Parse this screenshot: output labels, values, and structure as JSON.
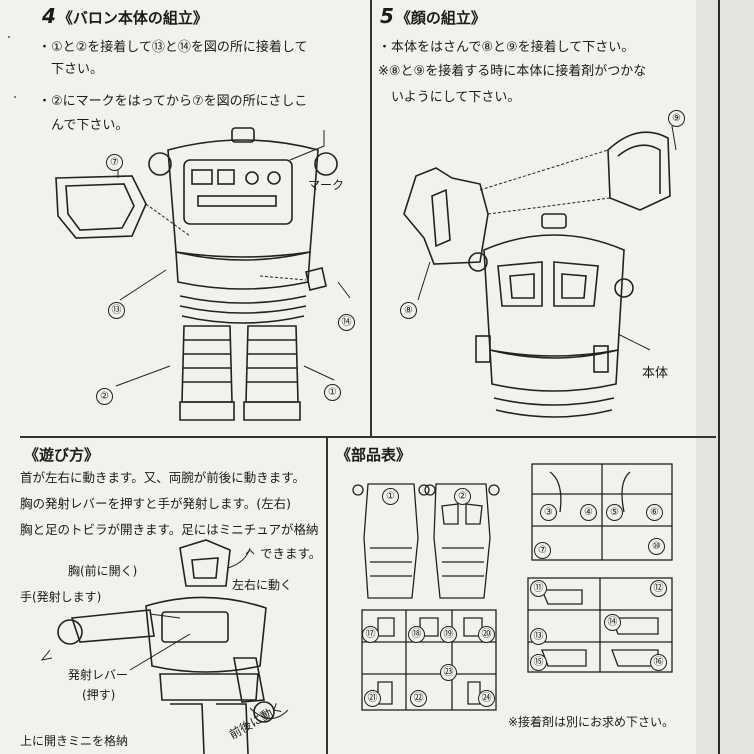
{
  "section4": {
    "number": "4",
    "title": "《バロン本体の組立》",
    "lines": [
      "・①と②を接着して⑬と⑭を図の所に接着して",
      "　下さい。",
      "・②にマークをはってから⑦を図の所にさしこ",
      "　んで下さい。"
    ],
    "mark_label": "マーク",
    "part_numbers": [
      "⑦",
      "⑬",
      "⑭",
      "②",
      "①"
    ]
  },
  "section5": {
    "number": "5",
    "title": "《顔の組立》",
    "lines": [
      "・本体をはさんで⑧と⑨を接着して下さい。",
      "※⑧と⑨を接着する時に本体に接着剤がつかな",
      "　いようにして下さい。"
    ],
    "body_label": "本体",
    "part_numbers": [
      "⑨",
      "⑧"
    ]
  },
  "play": {
    "title": "《遊び方》",
    "lines": [
      "首が左右に動きます。又、両腕が前後に動きます。",
      "胸の発射レバーを押すと手が発射します。(左右)",
      "胸と足のトビラが開きます。足にはミニチュアが格納",
      "できます。"
    ],
    "callouts": {
      "chest": "胸(前に開く)",
      "left_right": "左右に動く",
      "hand": "手(発射します)",
      "lever_line1": "発射レバー",
      "lever_line2": "(押す)",
      "front_back": "前後に動く",
      "mini": "上に開きミニを格納"
    }
  },
  "parts": {
    "title": "《部品表》",
    "piece_numbers": [
      "①",
      "②"
    ],
    "sprue_a": [
      "⑦",
      "③",
      "④",
      "⑤",
      "⑥",
      "⑩"
    ],
    "sprue_b": [
      "⑪",
      "⑫",
      "⑬",
      "⑭",
      "⑮",
      "⑯"
    ],
    "sprue_c": [
      "⑰",
      "⑱",
      "⑲",
      "⑳",
      "㉑",
      "㉒",
      "㉓",
      "㉔"
    ],
    "note": "※接着剤は別にお求め下さい。"
  }
}
